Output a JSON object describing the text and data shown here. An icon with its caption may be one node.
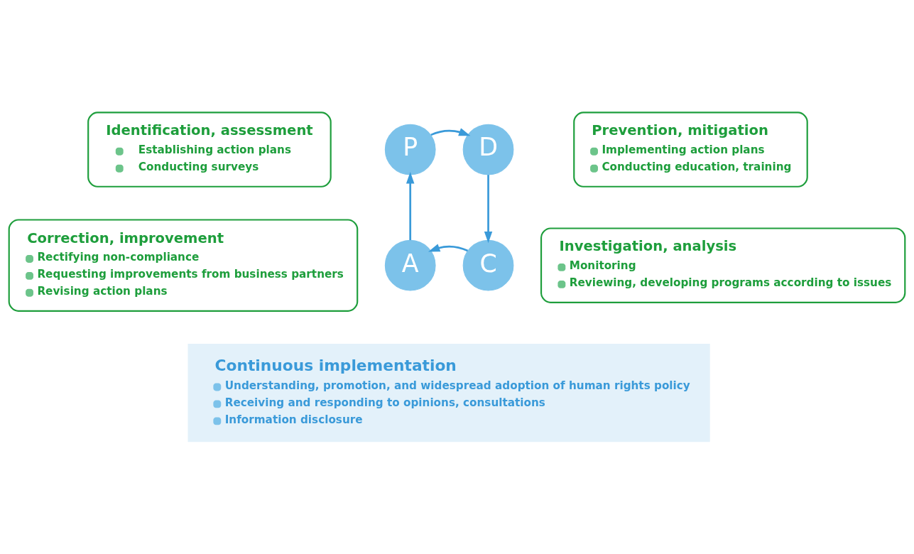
{
  "diagram": {
    "nodes": [
      {
        "text": [
          "Identification, assessment",
          "Establishing action plans",
          "Conducting surveys"
        ]
      },
      {
        "text": [
          "P"
        ]
      },
      {
        "text": [
          "D"
        ]
      },
      {
        "text": [
          "Prevention, mitigation",
          "Implementing action plans",
          "Conducting education, training"
        ]
      },
      {
        "text": [
          "Correction, improvement",
          "Rectifying non-compliance",
          "Requesting improvements from business partners",
          "Revising action plans"
        ]
      },
      {
        "text": [
          "A"
        ]
      },
      {
        "text": [
          "C"
        ]
      },
      {
        "text": [
          "Investigation, analysis",
          "Monitoring",
          "Reviewing, developing programs according to issues"
        ]
      },
      {
        "text": [
          "Continuous implementation",
          "Understanding, promotion, and widespread adoption of human rights policy",
          "Receiving and responding to opinions, consultations",
          "Information disclosure"
        ]
      }
    ],
    "edges": [
      {
        "from": 1,
        "to": 2,
        "arrow": "to"
      },
      {
        "from": 2,
        "to": 6,
        "arrow": "to"
      },
      {
        "from": 6,
        "to": 5,
        "arrow": "to"
      },
      {
        "from": 5,
        "to": 1,
        "arrow": "to"
      }
    ]
  }
}
